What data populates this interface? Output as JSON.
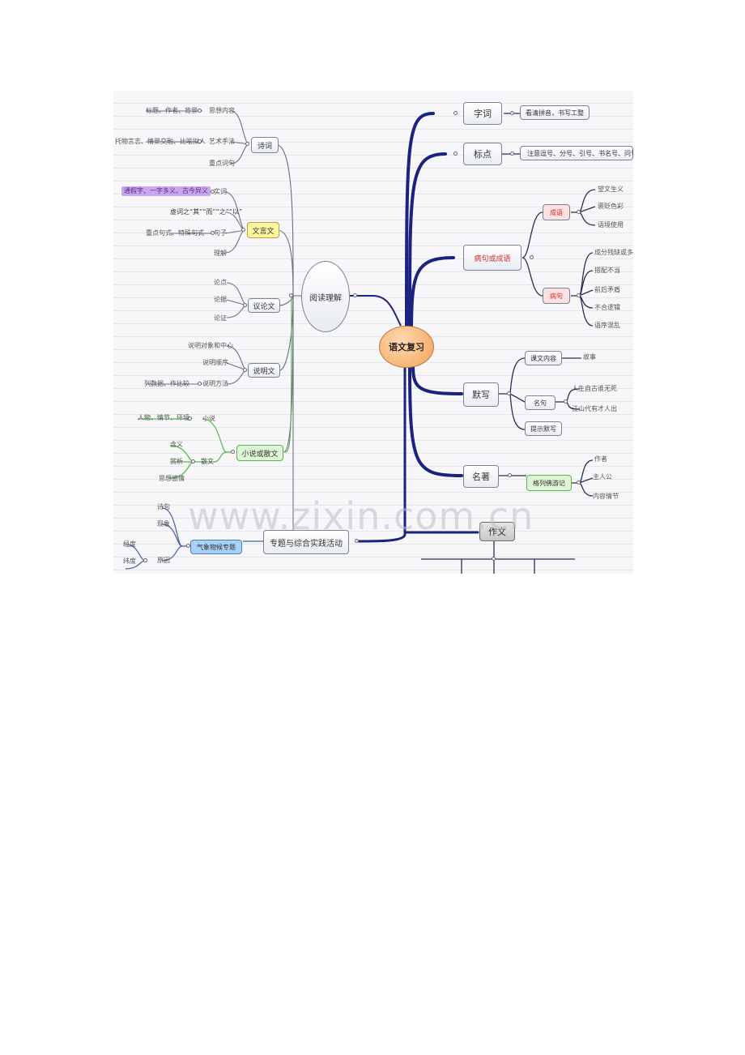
{
  "center": "语文复习",
  "right": {
    "ziCi": {
      "label": "字词",
      "detail": "看清拼音，书写工整"
    },
    "biaoDian": {
      "label": "标点",
      "detail": "注意逗号、分号、引号、书名号、问号"
    },
    "bingJu": {
      "label": "病句或成语",
      "chengYu": {
        "label": "成语",
        "items": [
          "望文生义",
          "褒贬色彩",
          "语境使用"
        ]
      },
      "bingJuSub": {
        "label": "病句",
        "items": [
          "成分残缺或多余",
          "搭配不当",
          "前后矛盾",
          "不合逻辑",
          "语序混乱"
        ]
      }
    },
    "moXie": {
      "label": "默写",
      "kewen": {
        "label": "课文内容",
        "items": [
          "故事"
        ]
      },
      "mingju": {
        "label": "名句",
        "items": [
          "人生自古谁无死",
          "江山代有才人出"
        ]
      },
      "tishi": "提示默写"
    },
    "mingZhu": {
      "label": "名著",
      "book": "格列佛游记",
      "items": [
        "作者",
        "主人公",
        "内容情节"
      ]
    },
    "zuoWen": "作文"
  },
  "left": {
    "reading": "阅读理解",
    "poetry": {
      "label": "诗词",
      "items": [
        {
          "label": "思想内容",
          "detail": "标题、作者、背景"
        },
        {
          "label": "艺术手法",
          "detail": "托物言志、情景交融、比喻拟人"
        },
        {
          "label": "重点词句",
          "detail": ""
        }
      ]
    },
    "classical": {
      "label": "文言文",
      "items": [
        {
          "label": "实词",
          "detail": "通假字、一字多义、古今异义"
        },
        {
          "label": "虚词之“其”“而”“之”“以”",
          "detail": ""
        },
        {
          "label": "句子",
          "detail": "重点句式、特殊句式"
        },
        {
          "label": "理解",
          "detail": ""
        }
      ]
    },
    "argument": {
      "label": "议论文",
      "items": [
        "论点",
        "论据",
        "论证"
      ]
    },
    "exposition": {
      "label": "说明文",
      "items": [
        {
          "label": "说明对象和中心",
          "detail": ""
        },
        {
          "label": "说明顺序",
          "detail": ""
        },
        {
          "label": "说明方法",
          "detail": "列数据、作比较"
        }
      ]
    },
    "novel": {
      "label": "小说或散文",
      "xiaoshuo": {
        "label": "小说",
        "detail": "人物、情节、环境"
      },
      "sanwen": {
        "label": "散文",
        "items": [
          "含义",
          "赏析",
          "思想感情"
        ]
      }
    },
    "project": {
      "label": "专题与综合实践活动",
      "topic": "气象物候专题",
      "items": [
        "诗句",
        "现象",
        "原因"
      ],
      "extra": [
        "经度",
        "纬度"
      ]
    }
  },
  "watermark": "www.zixin.com.cn",
  "colors": {
    "trunk": "#1a237e",
    "center_fill": "#f2a35a",
    "yellow": "#fbf3a0",
    "green": "#dff5d6",
    "blue": "#a9d1f7",
    "pink": "#fde0e0",
    "red_text": "#d32f2f",
    "gray_node": "#c9c9c9"
  }
}
